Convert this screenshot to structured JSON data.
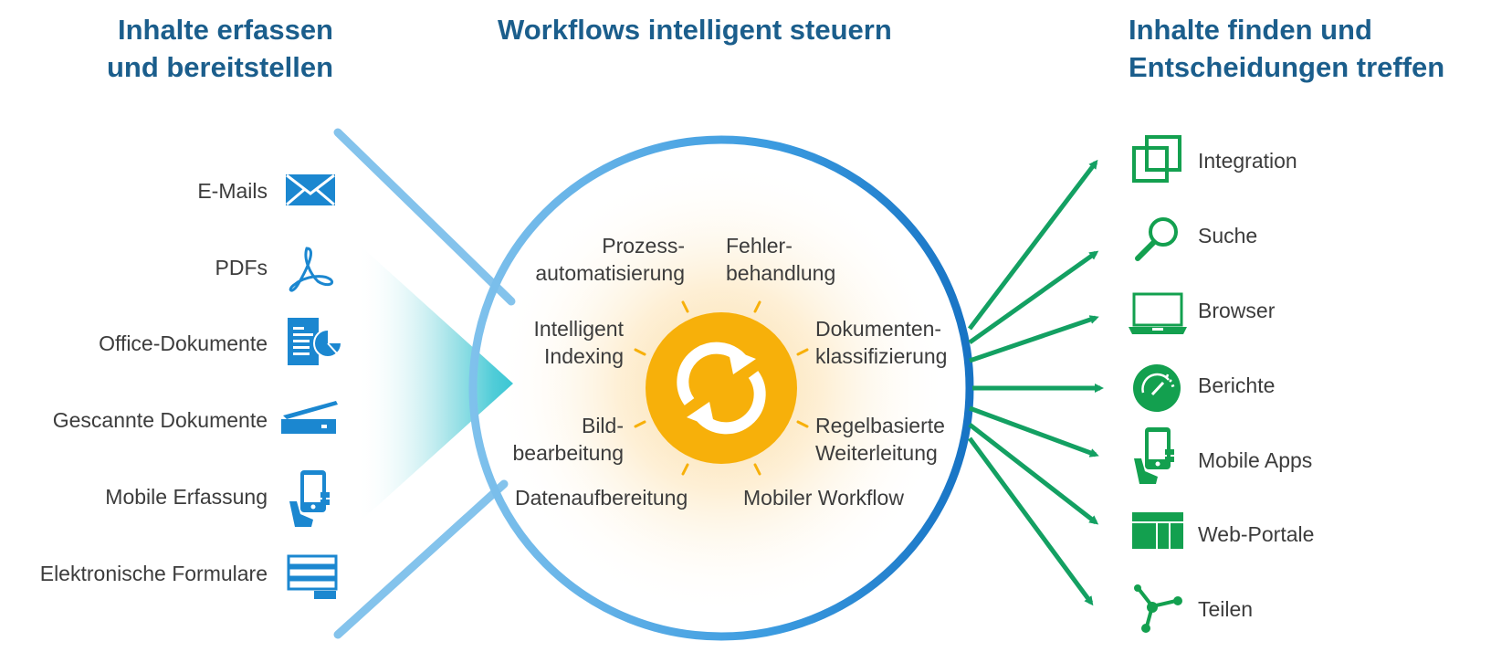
{
  "titles": {
    "left": [
      "Inhalte erfassen",
      "und bereitstellen"
    ],
    "center": [
      "Workflows intelligent steuern"
    ],
    "right": [
      "Inhalte finden und",
      "Entscheidungen treffen"
    ]
  },
  "inputs": [
    {
      "label": "E-Mails",
      "icon": "envelope-icon"
    },
    {
      "label": "PDFs",
      "icon": "acrobat-icon"
    },
    {
      "label": "Office-Dokumente",
      "icon": "document-chart-icon"
    },
    {
      "label": "Gescannte Dokumente",
      "icon": "scanner-icon"
    },
    {
      "label": "Mobile Erfassung",
      "icon": "mobile-hand-icon"
    },
    {
      "label": "Elektronische Formulare",
      "icon": "form-icon"
    }
  ],
  "workflows": {
    "prozess": [
      "Prozess-",
      "automatisierung"
    ],
    "fehler": [
      "Fehler-",
      "behandlung"
    ],
    "indexing": [
      "Intelligent",
      "Indexing"
    ],
    "klassifizierung": [
      "Dokumenten-",
      "klassifizierung"
    ],
    "bild": [
      "Bild-",
      "bearbeitung"
    ],
    "weiterleitung": [
      "Regelbasierte",
      "Weiterleitung"
    ],
    "daten": [
      "Datenaufbereitung"
    ],
    "mobil": [
      "Mobiler Workflow"
    ]
  },
  "outputs": [
    {
      "label": "Integration",
      "icon": "integration-icon"
    },
    {
      "label": "Suche",
      "icon": "search-icon"
    },
    {
      "label": "Browser",
      "icon": "laptop-icon"
    },
    {
      "label": "Berichte",
      "icon": "gauge-icon"
    },
    {
      "label": "Mobile Apps",
      "icon": "mobile-hand-icon"
    },
    {
      "label": "Web-Portale",
      "icon": "portal-grid-icon"
    },
    {
      "label": "Teilen",
      "icon": "share-icon"
    }
  ],
  "colors": {
    "title": "#1b5e8c",
    "input_icon": "#1b87d0",
    "output_icon": "#13a04f",
    "circle": "#1f8ad1",
    "funnel": "#84c3ec",
    "sun": "#f7b00a"
  }
}
